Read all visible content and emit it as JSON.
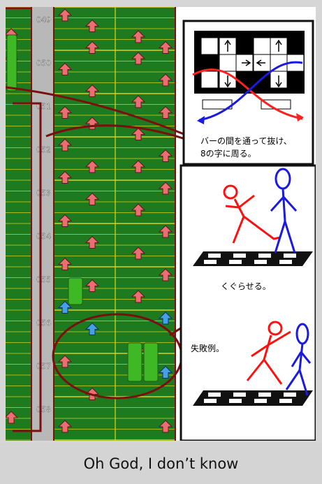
{
  "caption": "Oh God, I don’t know",
  "measures": [
    "049",
    "050",
    "051",
    "052",
    "053",
    "054",
    "055",
    "056",
    "057",
    "058"
  ],
  "panel_top": {
    "text_line1": "バーの間を通って抜け、",
    "text_line2": "8の字に周る。"
  },
  "panel_bottom": {
    "label_ok": "くぐらせる。",
    "label_fail": "失敗例。"
  },
  "colors": {
    "chart_bg": "#1e7a1e",
    "beat_line": "#d8d020",
    "accent_line": "#7a1010",
    "arrow_pink": "#e86a6a",
    "arrow_blue": "#3a8ad0",
    "freeze_green": "#5adc3a",
    "red_figure": "#ff0000",
    "blue_figure": "#1a1adc"
  },
  "icons": [
    "arrow-icon",
    "freeze-arrow-icon",
    "stick-figure-icon",
    "dance-pad-icon"
  ]
}
